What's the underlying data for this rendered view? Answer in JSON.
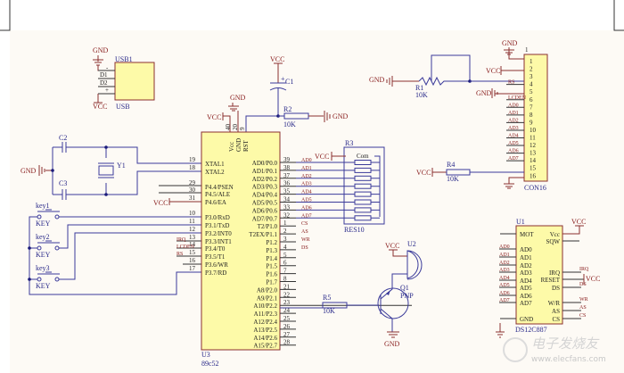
{
  "title": "89C52 + DS12C887 RTC + LCD schematic",
  "power": {
    "vcc": "VCC",
    "gnd": "GND"
  },
  "usb": {
    "ref": "USB1",
    "value": "USB",
    "pins": [
      "-",
      "D1",
      "D2",
      "+"
    ]
  },
  "c1": {
    "ref": "C1",
    "polarity": "+"
  },
  "c2": {
    "ref": "C2"
  },
  "c3": {
    "ref": "C3"
  },
  "y1": {
    "ref": "Y1"
  },
  "r1": {
    "ref": "R1",
    "value": "10K"
  },
  "r2": {
    "ref": "R2",
    "value": "10K"
  },
  "r3": {
    "ref": "R3",
    "value": "RES10",
    "com": "Com"
  },
  "r4": {
    "ref": "R4",
    "value": "10K"
  },
  "r5": {
    "ref": "R5",
    "value": "10K"
  },
  "keys": [
    {
      "ref": "key1",
      "value": "KEY"
    },
    {
      "ref": "key2",
      "value": "KEY"
    },
    {
      "ref": "key3",
      "value": "KEY"
    }
  ],
  "u3": {
    "ref": "U3",
    "value": "89c52",
    "top_pins": [
      {
        "num": "40",
        "name": "Vcc"
      },
      {
        "num": "20",
        "name": "GND"
      },
      {
        "num": "9",
        "name": "RST"
      }
    ],
    "left_pins": [
      {
        "num": "19",
        "name": "XTAL1"
      },
      {
        "num": "18",
        "name": "XTAL2"
      },
      {
        "num": "29",
        "name": "P4.4/PSEN"
      },
      {
        "num": "30",
        "name": "P4.5/ALE"
      },
      {
        "num": "31",
        "name": "P4.6/EA"
      },
      {
        "num": "10",
        "name": "P3.0/RxD"
      },
      {
        "num": "11",
        "name": "P3.1/TxD"
      },
      {
        "num": "12",
        "name": "P3.2/INT0"
      },
      {
        "num": "13",
        "name": "P3.3/INT1"
      },
      {
        "num": "14",
        "name": "P3.4/T0"
      },
      {
        "num": "15",
        "name": "P3.5/T1"
      },
      {
        "num": "16",
        "name": "P3.6/WR"
      },
      {
        "num": "17",
        "name": "P3.7/RD"
      }
    ],
    "left_nets": [
      "IRQ",
      "LCDEN",
      "RS"
    ],
    "right_pins": [
      {
        "num": "39",
        "name": "AD0/P0.0",
        "net": "AD0"
      },
      {
        "num": "38",
        "name": "AD1/P0.1",
        "net": "AD1"
      },
      {
        "num": "37",
        "name": "AD2/P0.2",
        "net": "AD2"
      },
      {
        "num": "36",
        "name": "AD3/P0.3",
        "net": "AD3"
      },
      {
        "num": "35",
        "name": "AD4/P0.4",
        "net": "AD4"
      },
      {
        "num": "34",
        "name": "AD5/P0.5",
        "net": "AD5"
      },
      {
        "num": "33",
        "name": "AD6/P0.6",
        "net": "AD6"
      },
      {
        "num": "32",
        "name": "AD7/P0.7",
        "net": "AD7"
      },
      {
        "num": "1",
        "name": "T2/P1.0",
        "net": "CS"
      },
      {
        "num": "2",
        "name": "T2EX/P1.1",
        "net": "AS"
      },
      {
        "num": "3",
        "name": "P1.2",
        "net": "WR"
      },
      {
        "num": "4",
        "name": "P1.3",
        "net": "DS"
      },
      {
        "num": "5",
        "name": "P1.4",
        "net": ""
      },
      {
        "num": "6",
        "name": "P1.5",
        "net": ""
      },
      {
        "num": "7",
        "name": "P1.6",
        "net": ""
      },
      {
        "num": "8",
        "name": "P1.7",
        "net": ""
      },
      {
        "num": "21",
        "name": "A8/P2.0",
        "net": ""
      },
      {
        "num": "22",
        "name": "A9/P2.1",
        "net": ""
      },
      {
        "num": "23",
        "name": "A10/P2.2",
        "net": ""
      },
      {
        "num": "24",
        "name": "A11/P2.3",
        "net": ""
      },
      {
        "num": "25",
        "name": "A12/P2.4",
        "net": ""
      },
      {
        "num": "26",
        "name": "A13/P2.5",
        "net": ""
      },
      {
        "num": "27",
        "name": "A14/P2.6",
        "net": ""
      },
      {
        "num": "28",
        "name": "A15/P2.7",
        "net": ""
      }
    ]
  },
  "con16": {
    "ref": "CON16",
    "top_num": "1",
    "pins": [
      "1",
      "2",
      "3",
      "4",
      "5",
      "6",
      "7",
      "8",
      "9",
      "10",
      "11",
      "12",
      "13",
      "14",
      "15",
      "16"
    ],
    "nets": [
      "",
      "VCC",
      "",
      "RS",
      "GND",
      "LCDEN",
      "AD0",
      "AD1",
      "AD2",
      "AD3",
      "AD4",
      "AD5",
      "AD6",
      "AD7",
      "",
      ""
    ]
  },
  "q1": {
    "ref": "Q1",
    "value": "PNP"
  },
  "u2": {
    "ref": "U2"
  },
  "u1": {
    "ref": "U1",
    "value": "DS12C887",
    "left_pins": [
      "MOT",
      "AD0",
      "AD1",
      "AD2",
      "AD3",
      "AD4",
      "AD5",
      "AD6",
      "AD7",
      "GND"
    ],
    "left_nets": [
      "AD0",
      "AD1",
      "AD2",
      "AD3",
      "AD4",
      "AD5",
      "AD6",
      "AD7"
    ],
    "right_pins": [
      "Vcc",
      "SQW",
      "IRQ",
      "RESET",
      "DS",
      "W/R",
      "AS",
      "CS"
    ],
    "right_nets": [
      "IRQ",
      "DS",
      "WR",
      "AS",
      "CS"
    ]
  },
  "watermark": {
    "cn": "电子发烧友",
    "url": "www.elecfans.com"
  }
}
